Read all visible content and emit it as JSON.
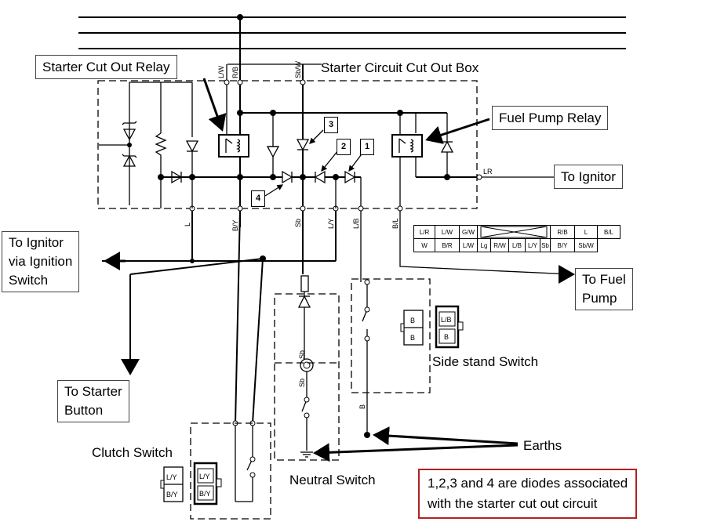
{
  "labels": {
    "starter_cut_out_relay": "Starter Cut Out Relay",
    "starter_circuit_box": "Starter Circuit Cut Out Box",
    "fuel_pump_relay": "Fuel Pump Relay",
    "to_ignitor": "To Ignitor",
    "to_ignitor_via_switch_l1": "To Ignitor",
    "to_ignitor_via_switch_l2": "via Ignition",
    "to_ignitor_via_switch_l3": "Switch",
    "to_fuel_pump_l1": "To Fuel",
    "to_fuel_pump_l2": "Pump",
    "to_starter_button_l1": "To Starter",
    "to_starter_button_l2": "Button",
    "side_stand_switch": "Side stand Switch",
    "earths": "Earths",
    "clutch_switch": "Clutch Switch",
    "neutral_switch": "Neutral Switch",
    "note_l1": "1,2,3 and 4 are diodes associated",
    "note_l2": "with the starter cut out circuit"
  },
  "diode_numbers": [
    "1",
    "2",
    "3",
    "4"
  ],
  "wire_codes": {
    "top_lw": "L/W",
    "top_rb": "R/B",
    "top_sbw": "Sb/W",
    "lr": "LR",
    "bot_l": "L",
    "bot_by": "B/Y",
    "bot_sb": "Sb",
    "bot_ly": "L/Y",
    "bot_lb": "L/B",
    "bot_bl": "B/L",
    "neutral_sb1": "Sb",
    "neutral_sb2": "Sb",
    "side_b": "B"
  },
  "connector_codes": {
    "row1": [
      "L/R",
      "L/W",
      "G/W",
      "",
      "R/B",
      "L",
      "B/L"
    ],
    "row2": [
      "W",
      "B/R",
      "L/W",
      "Lg",
      "R/W",
      "L/B",
      "L/Y",
      "Sb",
      "B/Y",
      "Sb/W"
    ]
  },
  "side_stand_connector": {
    "left_top": "B",
    "left_bottom": "B",
    "right_top": "L/B",
    "right_bottom": "B"
  },
  "clutch_connector": {
    "left_top": "L/Y",
    "left_bottom": "B/Y",
    "right_top": "L/Y",
    "right_bottom": "B/Y"
  }
}
